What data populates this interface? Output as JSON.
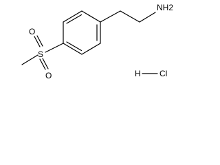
{
  "molecule": {
    "amine_group": "NH2",
    "atoms": {
      "sulfur": "S",
      "sulfonyl_oxygen_top": "O",
      "sulfonyl_oxygen_bottom": "O",
      "hydrogen": "H",
      "chlorine": "Cl"
    }
  }
}
